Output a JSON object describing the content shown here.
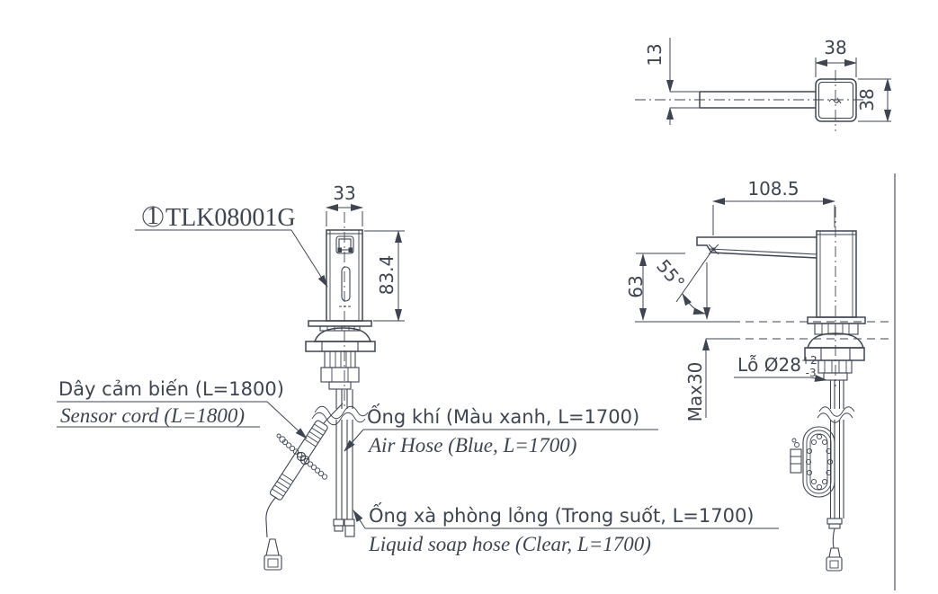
{
  "drawing": {
    "background": "#ffffff",
    "line_color": "#3e4550",
    "part": {
      "index": "1",
      "code": "TLK08001G"
    },
    "callouts": {
      "sensor_cord_vi": "Dây cảm biến (L=1800)",
      "sensor_cord_en": "Sensor cord (L=1800)",
      "air_hose_vi": "Ống khí (Màu xanh, L=1700)",
      "air_hose_en": "Air Hose (Blue, L=1700)",
      "soap_hose_vi": "Ống xà phòng lỏng (Trong suốt, L=1700)",
      "soap_hose_en": "Liquid soap hose (Clear, L=1700)"
    },
    "dims": {
      "top_spout_width": "13",
      "top_body_width": "38",
      "top_body_depth": "38",
      "front_body_width": "33",
      "front_body_height": "83.4",
      "side_reach": "108.5",
      "side_spout_height": "63",
      "spray_angle": "55°",
      "deck_thickness": "Max30",
      "hole_prefix": "Lỗ Ø28",
      "hole_sup": "+2",
      "hole_sub": "-3"
    }
  }
}
